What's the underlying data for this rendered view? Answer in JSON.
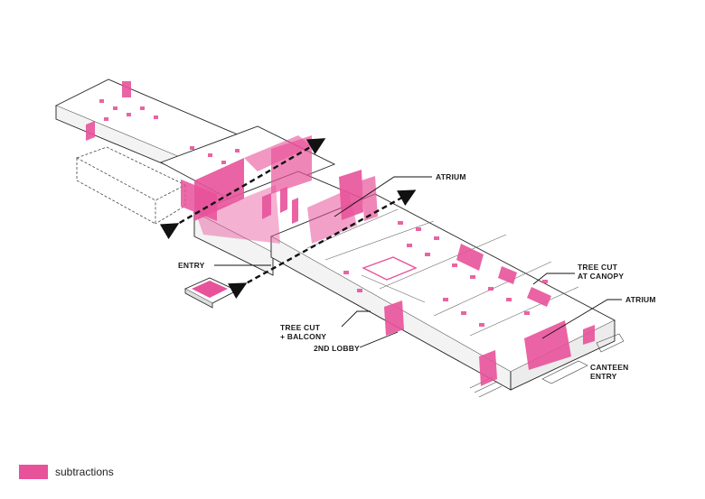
{
  "colors": {
    "subtraction": "#e8529a",
    "line": "#222222",
    "floor": "#ffffff"
  },
  "labels": {
    "atrium_top": "ATRIUM",
    "entry": "ENTRY",
    "tree_cut_canopy_l1": "TREE CUT",
    "tree_cut_canopy_l2": "AT CANOPY",
    "atrium_right": "ATRIUM",
    "tree_cut_balcony_l1": "TREE CUT",
    "tree_cut_balcony_l2": "+ BALCONY",
    "second_lobby": "2ND LOBBY",
    "canteen_l1": "CANTEEN",
    "canteen_l2": "ENTRY"
  },
  "legend": {
    "label": "subtractions",
    "icon": "pink-swatch"
  }
}
